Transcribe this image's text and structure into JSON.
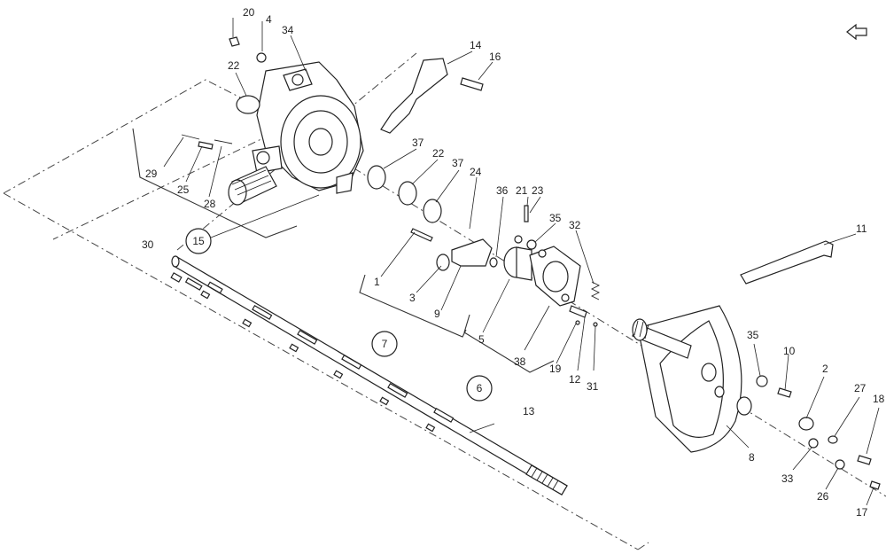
{
  "diagram": {
    "icon": "return-arrow-icon",
    "callouts": {
      "c1": "1",
      "c2": "2",
      "c3": "3",
      "c4": "4",
      "c5": "5",
      "c8": "8",
      "c9": "9",
      "c10": "10",
      "c11": "11",
      "c12": "12",
      "c13": "13",
      "c14": "14",
      "c16": "16",
      "c17": "17",
      "c18": "18",
      "c19": "19",
      "c20": "20",
      "c21": "21",
      "c22a": "22",
      "c22b": "22",
      "c23": "23",
      "c24": "24",
      "c25": "25",
      "c26": "26",
      "c27": "27",
      "c28": "28",
      "c29": "29",
      "c30": "30",
      "c31": "31",
      "c32": "32",
      "c33": "33",
      "c34": "34",
      "c35a": "35",
      "c35b": "35",
      "c36": "36",
      "c37a": "37",
      "c37b": "37",
      "c38": "38"
    },
    "groups": {
      "g6": "6",
      "g7": "7",
      "g15": "15"
    }
  }
}
